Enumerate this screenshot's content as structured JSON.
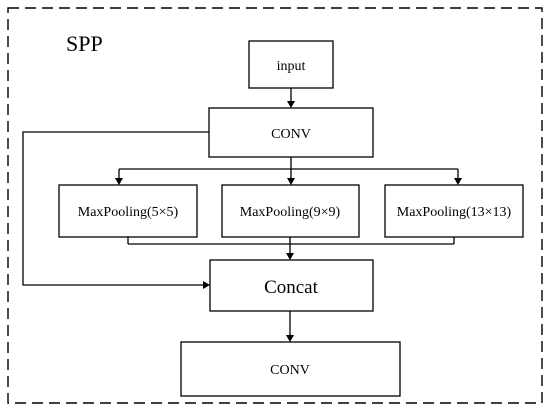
{
  "diagram": {
    "title": "SPP",
    "nodes": {
      "input": "input",
      "conv_top": "CONV",
      "pool_small": "MaxPooling(5×5)",
      "pool_medium": "MaxPooling(9×9)",
      "pool_large": "MaxPooling(13×13)",
      "concat": "Concat",
      "conv_bottom": "CONV"
    },
    "edges": [
      {
        "from": "input",
        "to": "conv_top"
      },
      {
        "from": "conv_top",
        "to": "pool_small"
      },
      {
        "from": "conv_top",
        "to": "pool_medium"
      },
      {
        "from": "conv_top",
        "to": "pool_large"
      },
      {
        "from": "pool_small",
        "to": "concat"
      },
      {
        "from": "pool_medium",
        "to": "concat"
      },
      {
        "from": "pool_large",
        "to": "concat"
      },
      {
        "from": "conv_top",
        "to": "concat",
        "kind": "skip"
      },
      {
        "from": "concat",
        "to": "conv_bottom"
      }
    ]
  }
}
